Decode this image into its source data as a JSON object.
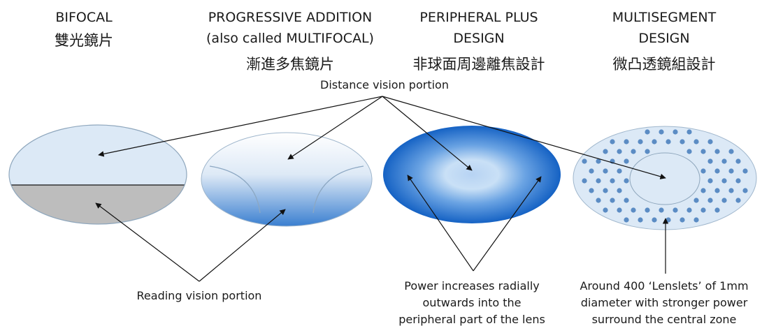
{
  "titles": {
    "bifocal": {
      "en": "BIFOCAL",
      "cn": "雙光鏡片"
    },
    "progressive": {
      "en1": "PROGRESSIVE ADDITION",
      "en2": "(also called MULTIFOCAL)",
      "cn": "漸進多焦鏡片"
    },
    "peripheral": {
      "en1": "PERIPHERAL PLUS",
      "en2": "DESIGN",
      "cn": "非球面周邊離焦設計"
    },
    "multisegment": {
      "en1": "MULTISEGMENT",
      "en2": "DESIGN",
      "cn": "微凸透鏡組設計"
    }
  },
  "labels": {
    "distance": "Distance vision portion",
    "reading": "Reading vision portion",
    "power1": "Power increases radially",
    "power2": "outwards into the",
    "power3": "peripheral part of the lens",
    "lenslets1": "Around 400 ‘Lenslets’ of 1mm",
    "lenslets2": "diameter with stronger power",
    "lenslets3": "surround the central zone"
  },
  "colors": {
    "lens_light": "#dbe8f5",
    "reading_gray": "#bdbdbd",
    "peripheral_dark": "#1565c0",
    "dot": "#5b8cc4"
  }
}
